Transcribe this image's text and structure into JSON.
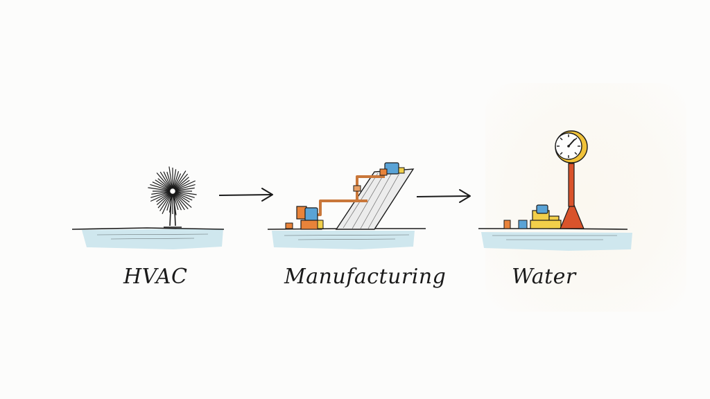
{
  "stages": [
    {
      "id": "hvac",
      "label": "HVAC",
      "icon": "fan-icon"
    },
    {
      "id": "manufacturing",
      "label": "Manufacturing",
      "icon": "pipeline-machine-icon"
    },
    {
      "id": "water",
      "label": "Water",
      "icon": "pressure-gauge-icon"
    }
  ],
  "colors": {
    "ink": "#1a1a1a",
    "water_wash": "#cfe7ee",
    "pump_orange": "#e8833a",
    "pump_blue": "#5aa3d6",
    "pump_yellow": "#f2cf4a",
    "gauge_yellow": "#f0c23a",
    "stand_red": "#d9532b"
  }
}
